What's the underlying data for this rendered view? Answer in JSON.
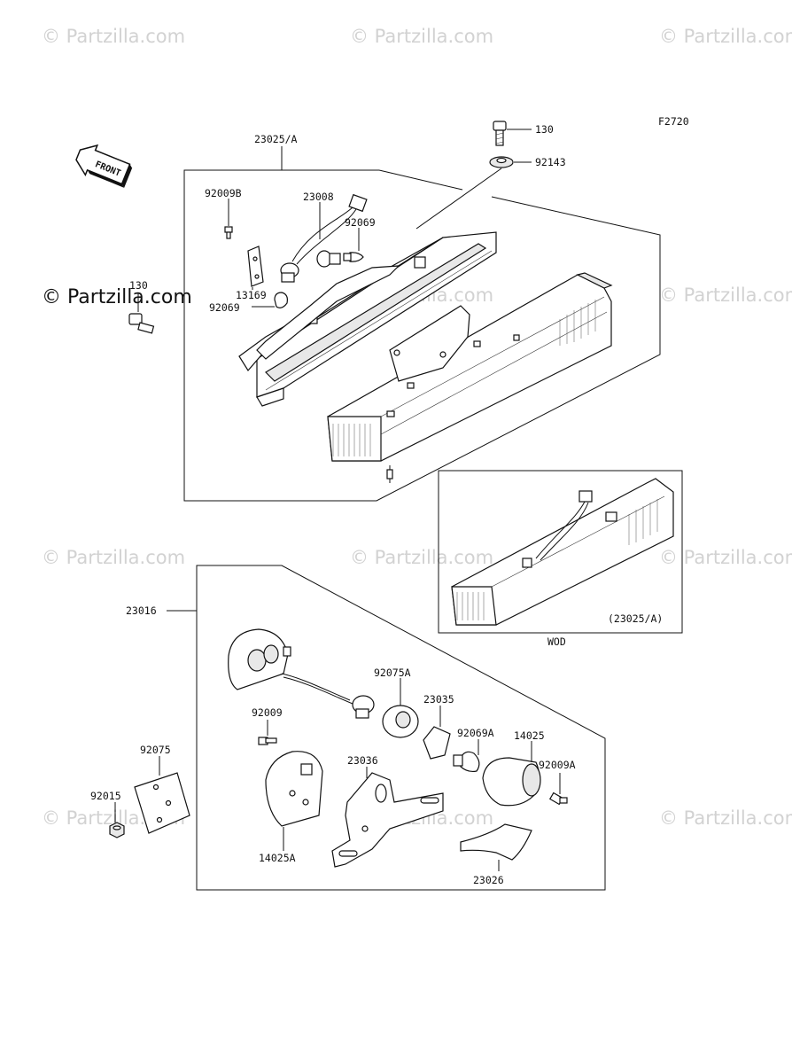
{
  "diagram_code": "F2720",
  "watermark": "© Partzilla.com",
  "front_arrow_text": "FRONT",
  "variant_label": "WOD",
  "variant_ref": "(23025/A)",
  "labels": {
    "p130_top": "130",
    "p92143": "92143",
    "p23025a": "23025/A",
    "p92009b": "92009B",
    "p23008": "23008",
    "p92069_top": "92069",
    "p130_left": "130",
    "p13169": "13169",
    "p92069_mid": "92069",
    "p23016": "23016",
    "p92075a": "92075A",
    "p23035": "23035",
    "p92009": "92009",
    "p92069a": "92069A",
    "p14025": "14025",
    "p23036": "23036",
    "p92009a": "92009A",
    "p92075": "92075",
    "p92015": "92015",
    "p14025a": "14025A",
    "p23026": "23026"
  }
}
